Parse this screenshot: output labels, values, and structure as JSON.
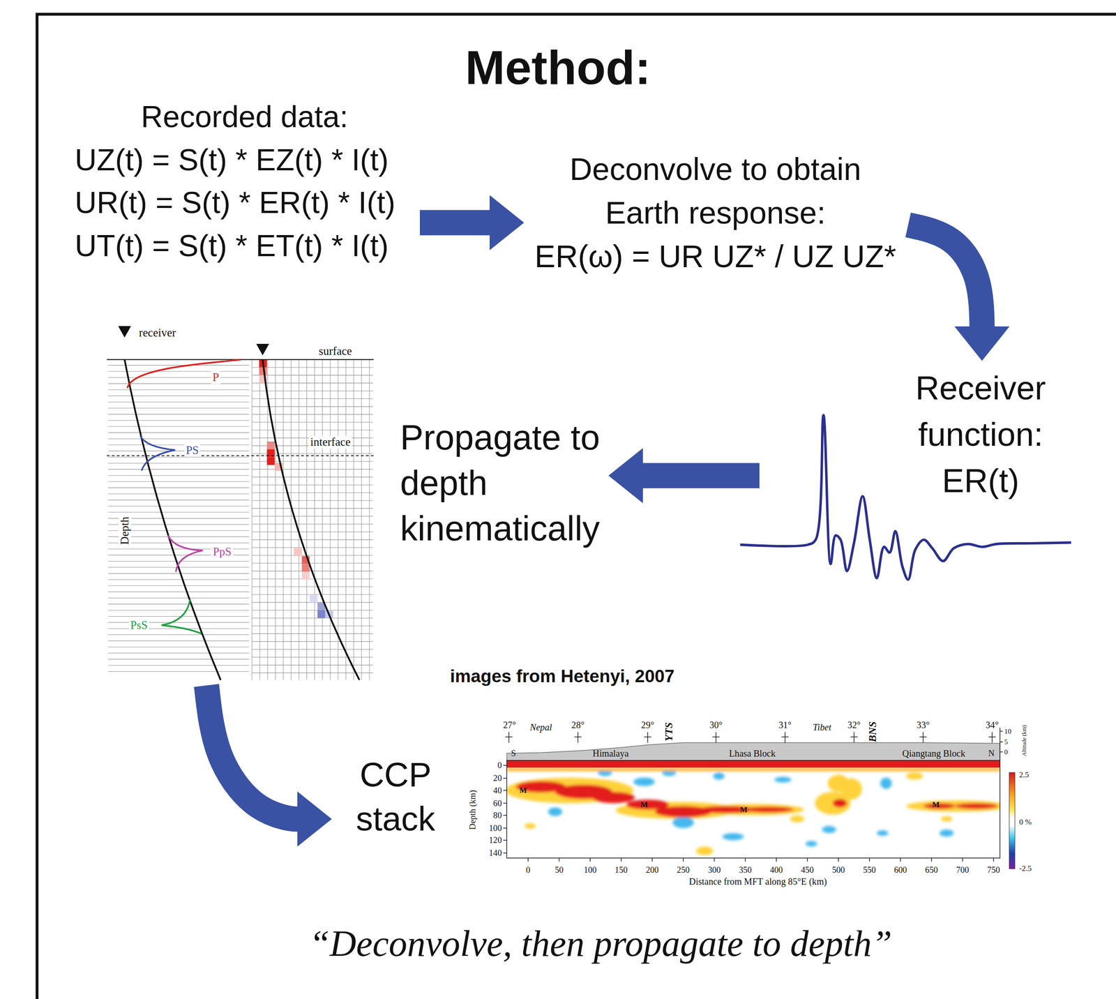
{
  "diagram": {
    "title": "Method:",
    "caption": "“Deconvolve, then propagate to depth”",
    "nodes": [
      {
        "text": [
          "Recorded data:",
          "UZ(t) = S(t) * EZ(t) * I(t)",
          "UR(t) = S(t) * ER(t) * I(t)",
          "UT(t) = S(t) * ET(t) * I(t)"
        ]
      },
      {
        "text": [
          "Deconvolve to obtain Earth response:",
          "ER(ω) = UR UZ* / UZ UZ*"
        ]
      },
      {
        "text": [
          "Receiver function:",
          "ER(t)"
        ]
      },
      {
        "text": [
          "Propagate to depth kinematically"
        ]
      },
      {
        "text": [
          "receiver",
          "surface",
          "P",
          "PS",
          "interface",
          "Depth",
          "PpS",
          "PsS"
        ]
      },
      {
        "text": [
          "CCP stack"
        ]
      }
    ],
    "edges": [
      {
        "from": 0,
        "to": 1,
        "arrow": "to"
      },
      {
        "from": 1,
        "to": 2,
        "arrow": "to"
      },
      {
        "from": 2,
        "to": 3,
        "arrow": "to"
      },
      {
        "from": 4,
        "to": 5,
        "arrow": "to"
      }
    ],
    "labels": [
      "images from Hetenyi, 2007",
      "27°",
      "Nepal",
      "28°",
      "29°",
      "YTS",
      "30°",
      "31°",
      "Tibet",
      "32°",
      "BNS",
      "33°",
      "34°",
      "10",
      "5",
      "0",
      "Altitude (km)",
      "S",
      "Himalaya",
      "Lhasa Block",
      "Qiangtang Block",
      "N",
      "0",
      "20",
      "40",
      "60",
      "80",
      "100",
      "120",
      "140",
      "Depth (km)",
      "M",
      "M",
      "M",
      "M",
      "2.5",
      "0 %",
      "-2.5",
      "0",
      "50",
      "100",
      "150",
      "200",
      "250",
      "300",
      "350",
      "400",
      "450",
      "500",
      "550",
      "600",
      "650",
      "700",
      "750",
      "Distance from MFT along 85°E (km)"
    ]
  }
}
